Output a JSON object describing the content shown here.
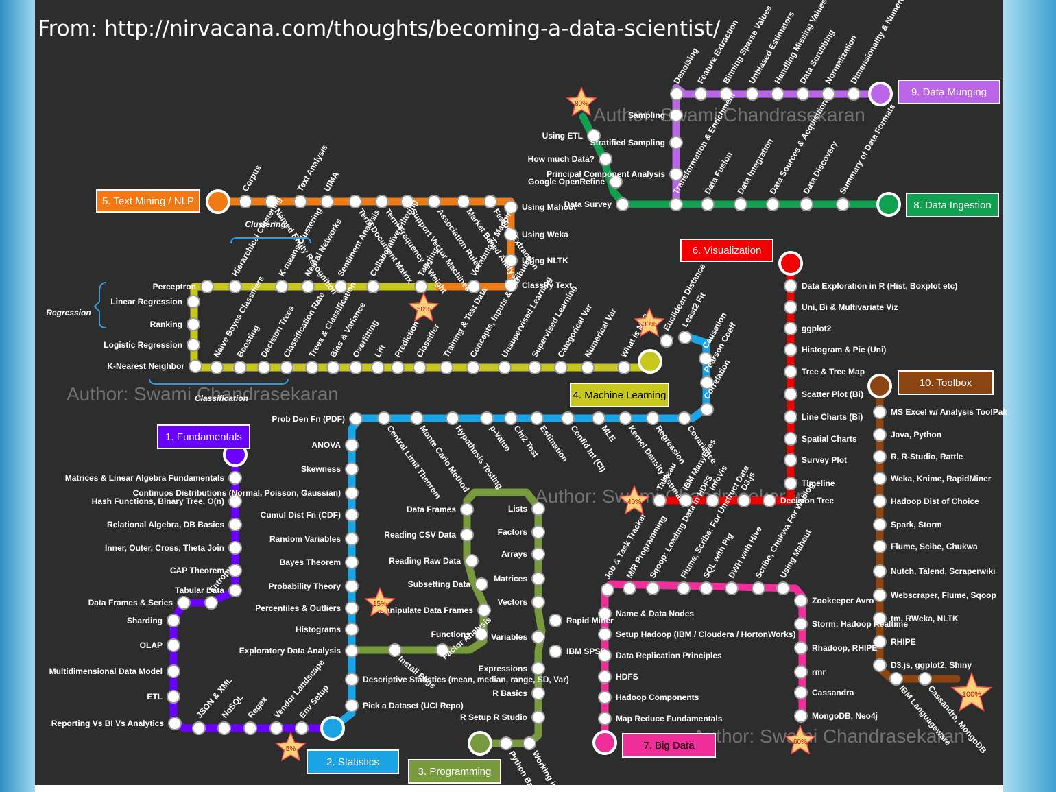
{
  "source": "From: http://nirvacana.com/thoughts/becoming-a-data-scientist/",
  "watermark": "Author: Swami Chandrasekaran",
  "colors": {
    "fundamentals": "#6a00ff",
    "statistics": "#1aa4e6",
    "programming": "#779a3c",
    "ml": "#c8c81c",
    "nlp": "#f07a14",
    "visualization": "#f00000",
    "bigdata": "#f02e9a",
    "ingestion": "#10a050",
    "munging": "#bb66e8",
    "toolbox": "#8b4513",
    "background": "#2d2d2d",
    "text": "#ffffff"
  },
  "groups": {
    "clustering": "Clustering",
    "regression": "Regression",
    "classification": "Classification"
  },
  "badges": [
    "80%",
    "50%",
    "30%",
    "40%",
    "15%",
    "5%",
    "60%",
    "100%"
  ],
  "lines": [
    {
      "id": "fundamentals",
      "label": "1. Fundamentals",
      "color": "#6a00ff",
      "lc": "#ffffff",
      "stations": [
        {
          "t": "Matrices & Linear Algebra Fundamentals"
        },
        {
          "t": "Hash Functions, Binary Tree, O(n)"
        },
        {
          "t": "Relational Algebra, DB Basics"
        },
        {
          "t": "Inner, Outer, Cross, Theta Join"
        },
        {
          "t": "CAP Theorem"
        },
        {
          "t": "Tabular Data"
        },
        {
          "t": "Entropy"
        },
        {
          "t": "Data Frames & Series"
        },
        {
          "t": "Sharding"
        },
        {
          "t": "OLAP"
        },
        {
          "t": "Multidimensional Data Model"
        },
        {
          "t": "ETL"
        },
        {
          "t": "Reporting Vs BI Vs Analytics"
        },
        {
          "t": "JSON & XML"
        },
        {
          "t": "NoSQL"
        },
        {
          "t": "Regex"
        },
        {
          "t": "Vendor Landscape"
        },
        {
          "t": "Env Setup"
        }
      ]
    },
    {
      "id": "statistics",
      "label": "2. Statistics",
      "color": "#1aa4e6",
      "lc": "#ffffff",
      "stations": [
        {
          "t": "Pick a Dataset (UCI Repo)"
        },
        {
          "t": "Descriptive Statistics (mean, median, range, SD, Var)"
        },
        {
          "t": "Exploratory Data Analysis"
        },
        {
          "t": "Histograms"
        },
        {
          "t": "Percentiles & Outliers"
        },
        {
          "t": "Probability Theory"
        },
        {
          "t": "Bayes Theorem"
        },
        {
          "t": "Random Variables"
        },
        {
          "t": "Cumul Dist Fn (CDF)"
        },
        {
          "t": "Continuos Distributions (Normal, Poisson, Gaussian)"
        },
        {
          "t": "Skewness"
        },
        {
          "t": "ANOVA"
        },
        {
          "t": "Prob Den Fn (PDF)"
        },
        {
          "t": "Central Limit Theorem"
        },
        {
          "t": "Monte Carlo Method"
        },
        {
          "t": "Hypothesis Testing"
        },
        {
          "t": "p-Value"
        },
        {
          "t": "Chi2 Test"
        },
        {
          "t": "Estimation"
        },
        {
          "t": "Confid Int (CI)"
        },
        {
          "t": "MLE"
        },
        {
          "t": "Kernel Density Estimate"
        },
        {
          "t": "Regression"
        },
        {
          "t": "Covariance"
        },
        {
          "t": "Correlation"
        },
        {
          "t": "Pearson Coeff"
        },
        {
          "t": "Causation"
        },
        {
          "t": "Least2 Fit"
        },
        {
          "t": "Euclidean Distance"
        }
      ]
    },
    {
      "id": "programming",
      "label": "3. Programming",
      "color": "#779a3c",
      "lc": "#ffffff",
      "stations": [
        {
          "t": "Python Basics"
        },
        {
          "t": "Working in Excel"
        },
        {
          "t": "R Setup R Studio"
        },
        {
          "t": "R Basics"
        },
        {
          "t": "Expressions"
        },
        {
          "t": "Variables"
        },
        {
          "t": "IBM SPSS"
        },
        {
          "t": "Rapid Miner"
        },
        {
          "t": "Vectors"
        },
        {
          "t": "Matrices"
        },
        {
          "t": "Arrays"
        },
        {
          "t": "Factors"
        },
        {
          "t": "Lists"
        },
        {
          "t": "Data Frames"
        },
        {
          "t": "Reading CSV Data"
        },
        {
          "t": "Reading Raw Data"
        },
        {
          "t": "Subsetting Data"
        },
        {
          "t": "Manipulate Data Frames"
        },
        {
          "t": "Functions"
        },
        {
          "t": "Install Pkgs"
        },
        {
          "t": "Factor Analysis"
        }
      ]
    },
    {
      "id": "ml",
      "label": "4. Machine Learning",
      "color": "#c8c81c",
      "lc": "#000000",
      "stations": [
        {
          "t": "What is ML?"
        },
        {
          "t": "Numerical Var"
        },
        {
          "t": "Categorical Var"
        },
        {
          "t": "Supervised Learning"
        },
        {
          "t": "Unsupervised Learning"
        },
        {
          "t": "Concepts, Inputs & Attributes"
        },
        {
          "t": "Training & Test Data"
        },
        {
          "t": "Classifier"
        },
        {
          "t": "Prediction"
        },
        {
          "t": "Lift"
        },
        {
          "t": "Overfitting"
        },
        {
          "t": "Bias & Variance"
        },
        {
          "t": "Trees & Classification"
        },
        {
          "t": "Classification Rate"
        },
        {
          "t": "Decision Trees"
        },
        {
          "t": "Boosting"
        },
        {
          "t": "Naive Bayes Classifiers"
        },
        {
          "t": "K-Nearest Neighbor"
        },
        {
          "t": "Logistic Regression"
        },
        {
          "t": "Ranking"
        },
        {
          "t": "Linear Regression"
        },
        {
          "t": "Perceptron"
        },
        {
          "t": "Hierarchical Clustering"
        },
        {
          "t": "K-means Clustering"
        },
        {
          "t": "Neural Networks"
        },
        {
          "t": "Sentiment Analysis"
        },
        {
          "t": "Collaborative Filtering"
        },
        {
          "t": "Tagging"
        }
      ]
    },
    {
      "id": "nlp",
      "label": "5. Text Mining / NLP",
      "color": "#f07a14",
      "lc": "#ffffff",
      "stations": [
        {
          "t": "Corpus"
        },
        {
          "t": "Named Entity Recognition"
        },
        {
          "t": "Text Analysis"
        },
        {
          "t": "UIMA"
        },
        {
          "t": "Term Document Matrix"
        },
        {
          "t": "Term Frequency & Weight"
        },
        {
          "t": "Support Vector Machines"
        },
        {
          "t": "Association Rules"
        },
        {
          "t": "Market Based Analysis"
        },
        {
          "t": "Feature Extraction"
        },
        {
          "t": "Using Mahout"
        },
        {
          "t": "Using Weka"
        },
        {
          "t": "Using NLTK"
        },
        {
          "t": "Classify Text"
        },
        {
          "t": "Vocabulary Mapping"
        }
      ]
    },
    {
      "id": "visualization",
      "label": "6. Visualization",
      "color": "#f00000",
      "lc": "#ffffff",
      "stations": [
        {
          "t": "Data Exploration in R (Hist, Boxplot etc)"
        },
        {
          "t": "Uni, Bi & Multivariate Viz"
        },
        {
          "t": "ggplot2"
        },
        {
          "t": "Histogram & Pie (Uni)"
        },
        {
          "t": "Tree & Tree Map"
        },
        {
          "t": "Scatter Plot (Bi)"
        },
        {
          "t": "Line Charts (Bi)"
        },
        {
          "t": "Spatial Charts"
        },
        {
          "t": "Survey Plot"
        },
        {
          "t": "Timeline"
        },
        {
          "t": "Decision Tree"
        },
        {
          "t": "D3.js"
        },
        {
          "t": "InfoVis"
        },
        {
          "t": "IBM ManyEyes"
        },
        {
          "t": "Tableau"
        }
      ]
    },
    {
      "id": "bigdata",
      "label": "7. Big Data",
      "color": "#f02e9a",
      "lc": "#000000",
      "stations": [
        {
          "t": "Map Reduce Fundamentals"
        },
        {
          "t": "Hadoop Components"
        },
        {
          "t": "HDFS"
        },
        {
          "t": "Data Replication Principles"
        },
        {
          "t": "Setup Hadoop (IBM / Cloudera / HortonWorks)"
        },
        {
          "t": "Name & Data Nodes"
        },
        {
          "t": "Job & Task Tracker"
        },
        {
          "t": "M/R Programming"
        },
        {
          "t": "Sqoop: Loading Data in HDFS"
        },
        {
          "t": "Flume, Scribe: For Unstruct Data"
        },
        {
          "t": "SQL with Pig"
        },
        {
          "t": "DWH with Hive"
        },
        {
          "t": "Scribe, Chukwa For Weblog"
        },
        {
          "t": "Using Mahout"
        },
        {
          "t": "Zookeeper Avro"
        },
        {
          "t": "Storm: Hadoop Realtime"
        },
        {
          "t": "Rhadoop, RHIPE"
        },
        {
          "t": "rmr"
        },
        {
          "t": "Cassandra"
        },
        {
          "t": "MongoDB, Neo4j"
        }
      ]
    },
    {
      "id": "ingestion",
      "label": "8. Data Ingestion",
      "color": "#10a050",
      "lc": "#ffffff",
      "stations": [
        {
          "t": "Using ETL"
        },
        {
          "t": "How much Data?"
        },
        {
          "t": "Google OpenRefine"
        },
        {
          "t": "Data Survey"
        },
        {
          "t": "Transformation & Enrichment"
        },
        {
          "t": "Data Fusion"
        },
        {
          "t": "Data Integration"
        },
        {
          "t": "Data Sources & Acquisition"
        },
        {
          "t": "Data Discovery"
        },
        {
          "t": "Summary of Data Formats"
        }
      ]
    },
    {
      "id": "munging",
      "label": "9. Data Munging",
      "color": "#bb66e8",
      "lc": "#ffffff",
      "stations": [
        {
          "t": "Principal Component Analysis"
        },
        {
          "t": "Stratified Sampling"
        },
        {
          "t": "Sampling"
        },
        {
          "t": "Denoising"
        },
        {
          "t": "Feature Extraction"
        },
        {
          "t": "Binning Sparse Values"
        },
        {
          "t": "Unbiased Estimators"
        },
        {
          "t": "Handling Missing Values"
        },
        {
          "t": "Data Scrubbing"
        },
        {
          "t": "Normalization"
        },
        {
          "t": "Dimensionality & Numerosity Reduction"
        }
      ]
    },
    {
      "id": "toolbox",
      "label": "10. Toolbox",
      "color": "#8b4513",
      "lc": "#ffffff",
      "stations": [
        {
          "t": "MS Excel w/ Analysis ToolPak"
        },
        {
          "t": "Java, Python"
        },
        {
          "t": "R, R-Studio, Rattle"
        },
        {
          "t": "Weka, Knime, RapidMiner"
        },
        {
          "t": "Hadoop Dist of Choice"
        },
        {
          "t": "Spark, Storm"
        },
        {
          "t": "Flume, Scibe, Chukwa"
        },
        {
          "t": "Nutch, Talend, Scraperwiki"
        },
        {
          "t": "Webscraper, Flume, Sqoop"
        },
        {
          "t": "tm, RWeka, NLTK"
        },
        {
          "t": "RHIPE"
        },
        {
          "t": "D3.js, ggplot2,  Shiny"
        },
        {
          "t": "IBM Languageware"
        },
        {
          "t": "Cassandra, MongoDB"
        }
      ]
    }
  ]
}
